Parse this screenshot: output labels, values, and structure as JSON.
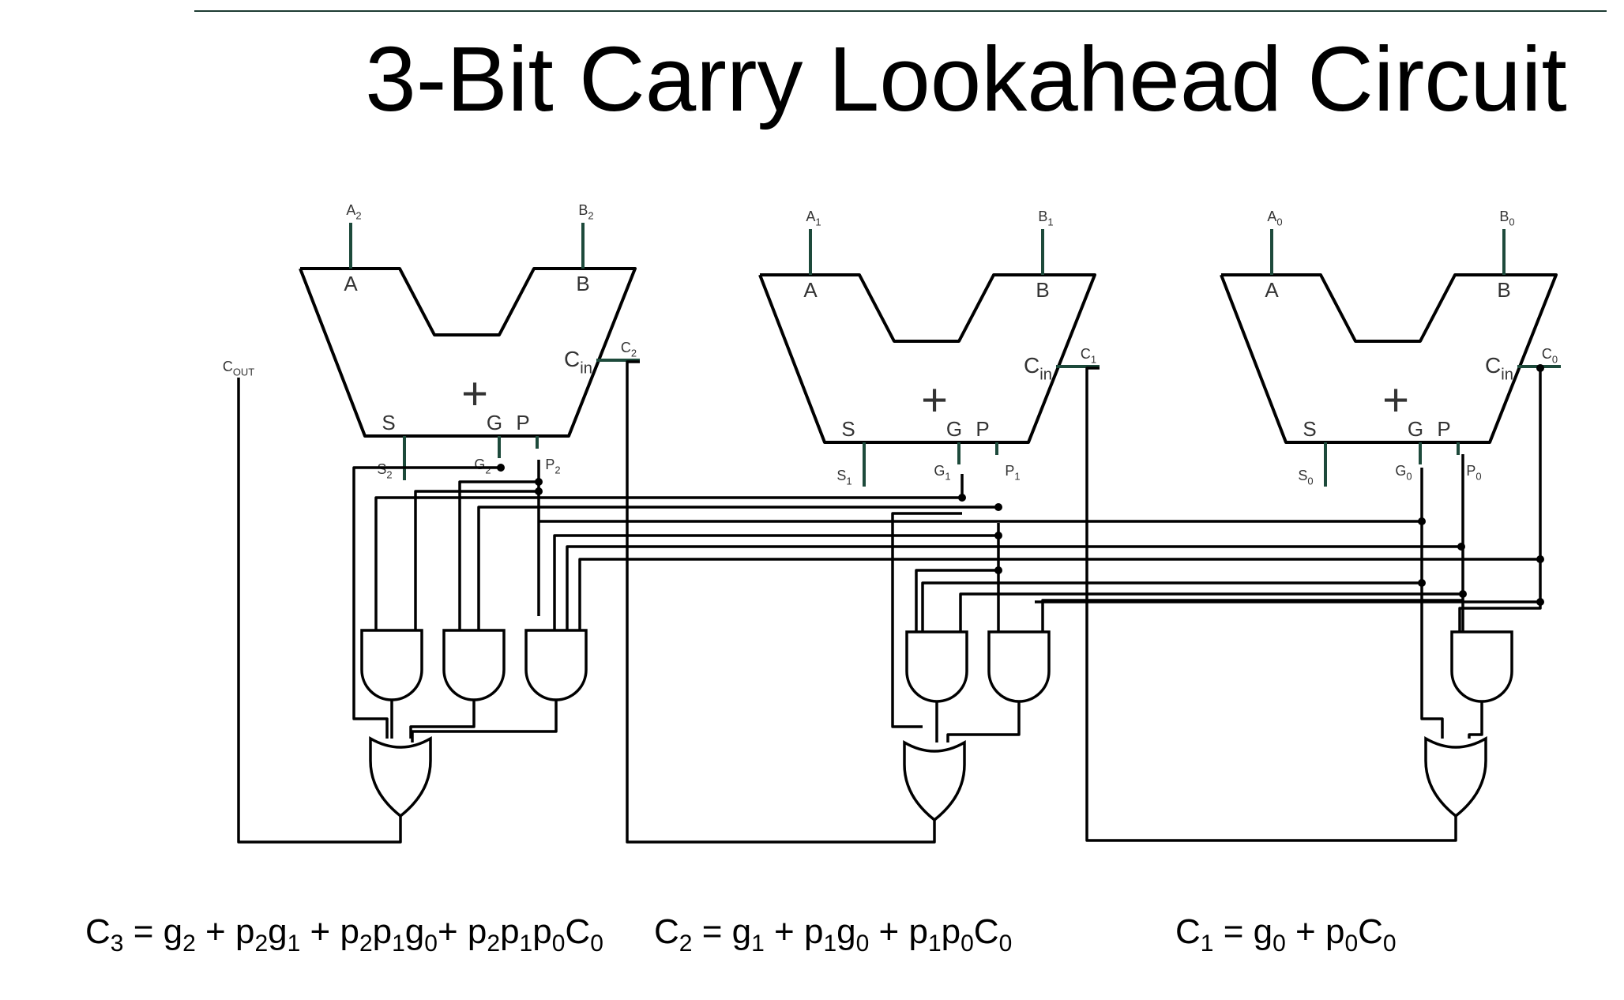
{
  "title": "3-Bit Carry Lookahead Circuit",
  "colors": {
    "wire": "#000000",
    "stub": "#1d4a3b",
    "rule": "#1d3b33"
  },
  "adders": [
    {
      "in_a": "A2",
      "in_b": "B2",
      "carry_in": "C2",
      "sum": "S2",
      "gen": "G2",
      "prop": "P2",
      "port_a": "A",
      "port_b": "B",
      "port_cin": "Cin",
      "port_s": "S",
      "port_g": "G",
      "port_p": "P",
      "symbol": "+"
    },
    {
      "in_a": "A1",
      "in_b": "B1",
      "carry_in": "C1",
      "sum": "S1",
      "gen": "G1",
      "prop": "P1",
      "port_a": "A",
      "port_b": "B",
      "port_cin": "Cin",
      "port_s": "S",
      "port_g": "G",
      "port_p": "P",
      "symbol": "+"
    },
    {
      "in_a": "A0",
      "in_b": "B0",
      "carry_in": "C0",
      "sum": "S0",
      "gen": "G0",
      "prop": "P0",
      "port_a": "A",
      "port_b": "B",
      "port_cin": "Cin",
      "port_s": "S",
      "port_g": "G",
      "port_p": "P",
      "symbol": "+"
    }
  ],
  "carry_out_label": "COUT",
  "equations": {
    "c3": "C3 = g2 + p2g1 + p2p1g0+ p2p1p0C0",
    "c2": "C2 = g1 + p1g0 + p1p0C0",
    "c1": "C1 = g0 + p0C0"
  }
}
